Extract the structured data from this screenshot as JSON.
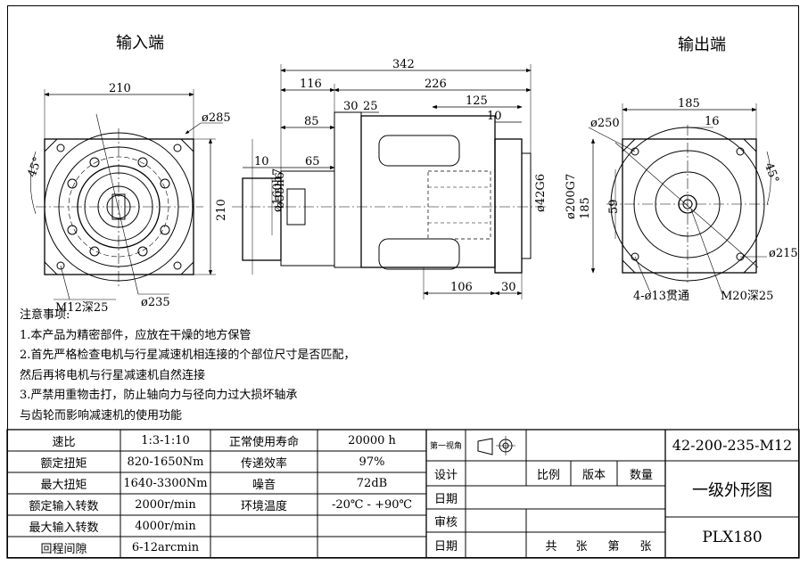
{
  "views": {
    "input_label": "输入端",
    "output_label": "输出端"
  },
  "dims_input": {
    "width_top": "210",
    "height_right": "210",
    "dia_285": "ø285",
    "angle": "45°",
    "tap": "M12深25",
    "dia_235": "ø235"
  },
  "dims_side": {
    "overall": "342",
    "d116": "116",
    "d226": "226",
    "d125": "125",
    "d85": "85",
    "d30a": "30",
    "d25": "25",
    "d10a": "10",
    "d10b": "10",
    "d65": "65",
    "shaft_h7": "ø160h7",
    "shaft_h6": "ø55h6",
    "d42g6": "ø42G6",
    "d200g7": "ø200G7",
    "d106": "106",
    "d30b": "30"
  },
  "dims_output": {
    "width_top": "185",
    "d16": "16",
    "dia_250": "ø250",
    "height_left": "185",
    "d59": "59",
    "angle": "45°",
    "dia_215": "ø215",
    "holes": "4-ø13贯通",
    "tap": "M20深25"
  },
  "notes": [
    "注意事项:",
    "1.本产品为精密部件，应放在干燥的地方保管",
    "2.首先严格检查电机与行星减速机相连接的个部位尺寸是否匹配，",
    "然后再将电机与行星减速机自然连接",
    "3.严禁用重物击打，防止轴向力与径向力过大损坏轴承",
    "与齿轮而影响减速机的使用功能"
  ],
  "specs": [
    {
      "label": "速比",
      "value": "1:3-1:10",
      "label2": "正常使用寿命",
      "value2": "20000 h"
    },
    {
      "label": "额定扭矩",
      "value": "820-1650Nm",
      "label2": "传递效率",
      "value2": "97%"
    },
    {
      "label": "最大扭矩",
      "value": "1640-3300Nm",
      "label2": "噪音",
      "value2": "72dB"
    },
    {
      "label": "额定输入转数",
      "value": "2000r/min",
      "label2": "环境温度",
      "value2": "-20℃ - +90℃"
    },
    {
      "label": "最大输入转数",
      "value": "4000r/min",
      "label2": "",
      "value2": ""
    },
    {
      "label": "回程间隙",
      "value": "6-12arcmin",
      "label2": "",
      "value2": ""
    }
  ],
  "titleblock": {
    "projection": "第一视角",
    "design": "设计",
    "date1": "日期",
    "review": "审核",
    "date2": "日期",
    "scale": "比例",
    "version": "版本",
    "qty": "数量",
    "total": "共",
    "sheets1": "张",
    "page": "第",
    "sheets2": "张",
    "model_code": "42-200-235-M12",
    "drawing_name": "一级外形图",
    "model": "PLX180"
  }
}
